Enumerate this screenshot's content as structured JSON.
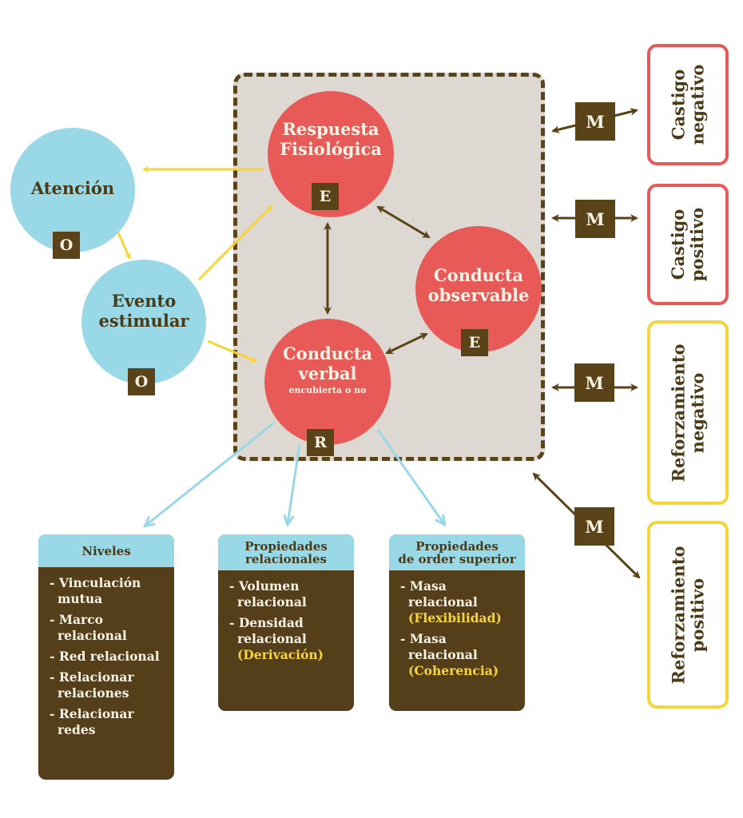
{
  "colors": {
    "red": "#e85a57",
    "blue": "#99d8e7",
    "brown": "#5a4318",
    "yellow": "#f6d53a",
    "box_fill": "#ddd8d1"
  },
  "nodes": {
    "atencion": {
      "label": "Atención",
      "badge": "O"
    },
    "evento": {
      "label1": "Evento",
      "label2": "estimular",
      "badge": "O"
    },
    "respuesta": {
      "label1": "Respuesta",
      "label2": "Fisiológica",
      "badge": "E"
    },
    "observable": {
      "label1": "Conducta",
      "label2": "observable",
      "badge": "E"
    },
    "verbal": {
      "label1": "Conducta",
      "label2": "verbal",
      "sub": "encubierta o no",
      "badge": "R"
    }
  },
  "consequences": [
    {
      "line1": "Castigo",
      "line2": "negativo",
      "badge": "M"
    },
    {
      "line1": "Castigo",
      "line2": "positivo",
      "badge": "M"
    },
    {
      "line1": "Reforzamiento",
      "line2": "negativo",
      "badge": "M"
    },
    {
      "line1": "Reforzamiento",
      "line2": "positivo",
      "badge": "M"
    }
  ],
  "panels": {
    "niveles": {
      "title": "Niveles",
      "items": [
        "- Vinculación mutua",
        "- Marco relacional",
        "- Red relacional",
        "- Relacionar relaciones",
        "- Relacionar redes"
      ]
    },
    "relacionales": {
      "title1": "Propiedades",
      "title2": "relacionales",
      "items": [
        {
          "text": "- Volumen relacional",
          "highlight": ""
        },
        {
          "text": "- Densidad relacional",
          "highlight": "(Derivación)"
        }
      ]
    },
    "superior": {
      "title1": "Propiedades",
      "title2": "de order superior",
      "items": [
        {
          "text": "- Masa relacional",
          "highlight": "(Flexibilidad)"
        },
        {
          "text": "- Masa relacional",
          "highlight": "(Coherencia)"
        }
      ]
    }
  }
}
